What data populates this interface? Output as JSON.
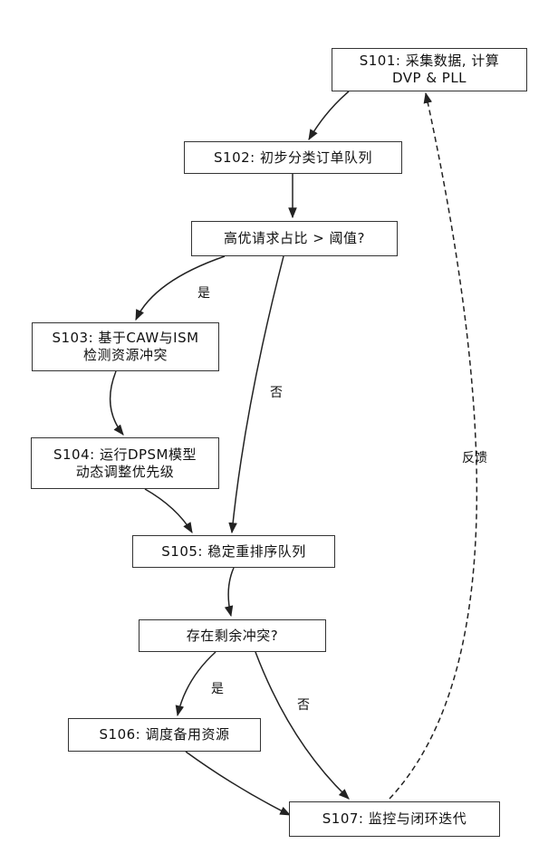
{
  "nodes": {
    "s101": {
      "line1": "S101: 采集数据, 计算",
      "line2": "DVP & PLL"
    },
    "s102": {
      "text": "S102: 初步分类订单队列"
    },
    "d1": {
      "text": "高优请求占比 > 阈值?"
    },
    "s103": {
      "line1": "S103: 基于CAW与ISM",
      "line2": "检测资源冲突"
    },
    "s104": {
      "line1": "S104: 运行DPSM模型",
      "line2": "动态调整优先级"
    },
    "s105": {
      "text": "S105: 稳定重排序队列"
    },
    "d2": {
      "text": "存在剩余冲突?"
    },
    "s106": {
      "text": "S106: 调度备用资源"
    },
    "s107": {
      "text": "S107: 监控与闭环迭代"
    }
  },
  "edge_labels": {
    "d1_yes": "是",
    "d1_no": "否",
    "d2_yes": "是",
    "d2_no": "否",
    "feedback": "反馈"
  }
}
